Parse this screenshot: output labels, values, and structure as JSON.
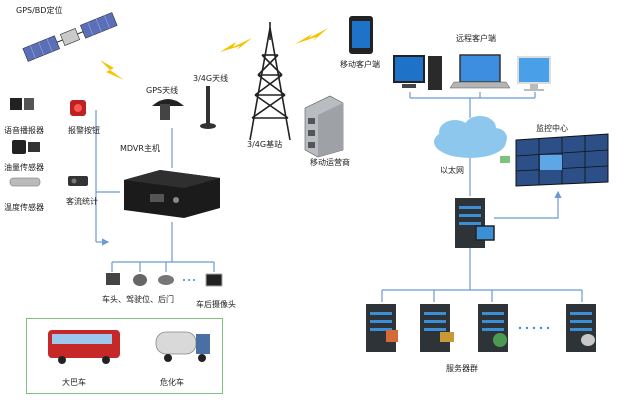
{
  "labels": {
    "gps": "GPS/BD定位",
    "gps_antenna": "GPS天线",
    "antenna_4g": "3/4G天线",
    "base_station": "3/4G基站",
    "mobile_client": "移动客户端",
    "operator": "移动运营商",
    "remote_client": "远程客户端",
    "monitor_center": "监控中心",
    "ethernet": "以太网",
    "server_group": "服务器群",
    "mdvr": "MDVR主机",
    "speaker": "语音播报器",
    "fuel_sensor": "油量传感器",
    "temp_sensor": "温度传感器",
    "alarm_button": "报警按钮",
    "passenger_count": "客流统计",
    "cameras": "车头、驾驶位、后门",
    "rear_camera": "车后摄像头",
    "bus": "大巴车",
    "tanker": "危化车"
  },
  "icons": [
    "satellite-icon",
    "lightning-icon",
    "tower-icon",
    "phone-icon",
    "building-icon",
    "cloud-icon",
    "server-icon",
    "monitor-icon",
    "laptop-icon",
    "dvr-icon",
    "camera-icon"
  ],
  "colors": {
    "line": "#6b9bd2",
    "lightning": "#f5c400",
    "box_border": "#7fbf7f",
    "server_dark": "#2e3338",
    "server_blue": "#3b8fd6"
  }
}
